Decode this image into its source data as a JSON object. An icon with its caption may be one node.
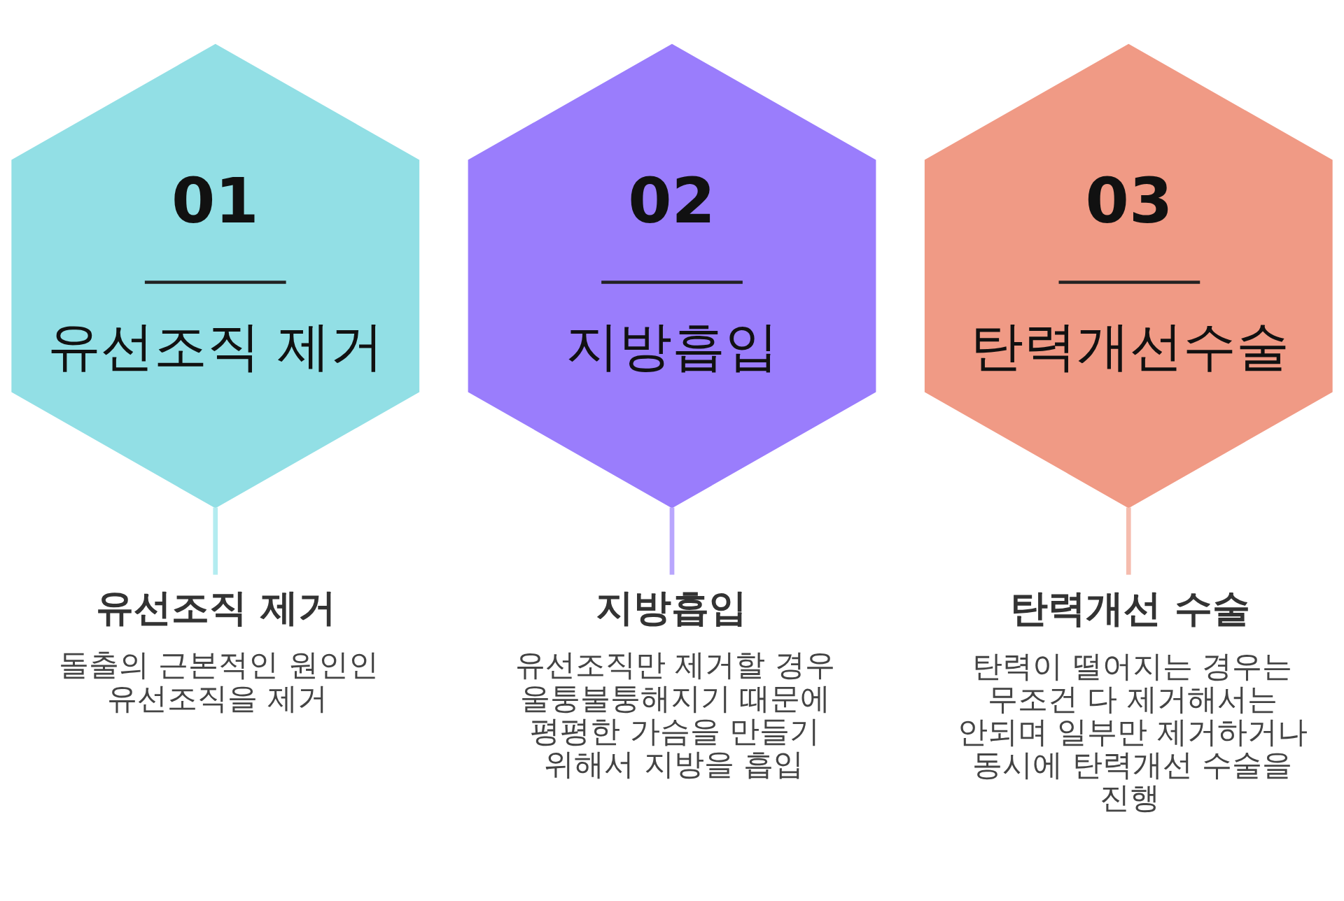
{
  "diagram": {
    "nodes": [
      {
        "text": [
          "01",
          "유선조직 제거"
        ]
      },
      {
        "text": [
          "02",
          "지방흡입"
        ]
      },
      {
        "text": [
          "03",
          "탄력개선수술"
        ]
      },
      {
        "text": [
          "유선조직 제거",
          "돌출의 근본적인 원인인 유선조직을 제거"
        ]
      },
      {
        "text": [
          "지방흡입",
          "유선조직만 제거할 경우 울퉁불퉁해지기 때문에 평평한 가슴을 만들기 위해서 지방을 흡입"
        ]
      },
      {
        "text": [
          "탄력개선 수술",
          "탄력이 떨어지는 경우는 무조건 다 제거해서는 안되며 일부만 제거하거나 동시에 탄력개선 수술을 진행"
        ]
      }
    ],
    "edges": [
      {
        "from": 0,
        "to": 3,
        "arrow": "none",
        "color": "#b3ecf0"
      },
      {
        "from": 1,
        "to": 4,
        "arrow": "none",
        "color": "#b9a6fd"
      },
      {
        "from": 2,
        "to": 5,
        "arrow": "none",
        "color": "#f5bcae"
      }
    ]
  }
}
